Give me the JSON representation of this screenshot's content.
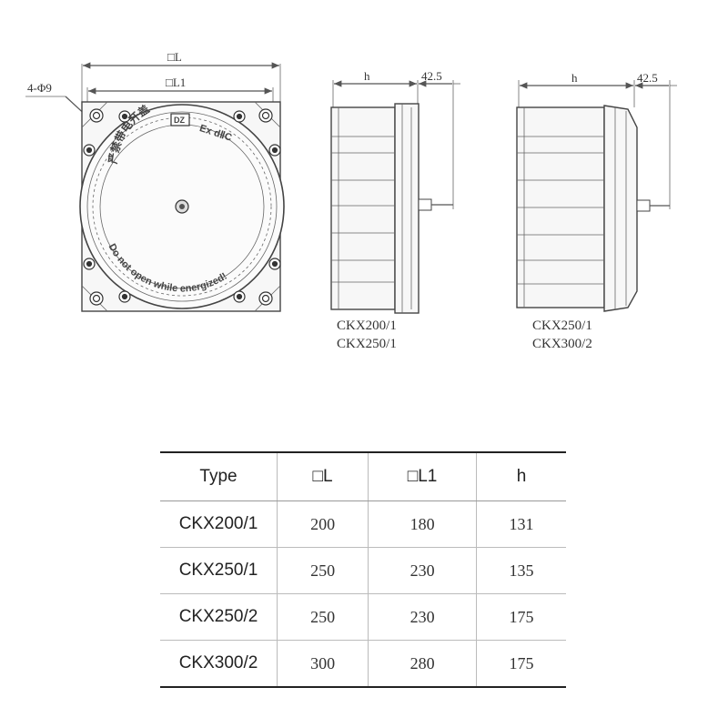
{
  "front_view": {
    "dim_outer": "□L",
    "dim_inner": "□L1",
    "holes": "4-Φ9",
    "face_text_cn": "严禁带电开盖",
    "face_text_ex": "Ex dⅡC",
    "face_text_warning": "Do not open while energized!",
    "logo": "DZ"
  },
  "side_view_1": {
    "dim_h": "h",
    "dim_offset": "42.5",
    "models": [
      "CKX200/1",
      "CKX250/1"
    ]
  },
  "side_view_2": {
    "dim_h": "h",
    "dim_offset": "42.5",
    "models": [
      "CKX250/1",
      "CKX300/2"
    ]
  },
  "table": {
    "headers": [
      "Type",
      "□L",
      "□L1",
      "h"
    ],
    "rows": [
      {
        "type": "CKX200/1",
        "L": "200",
        "L1": "180",
        "h": "131"
      },
      {
        "type": "CKX250/1",
        "L": "250",
        "L1": "230",
        "h": "135"
      },
      {
        "type": "CKX250/2",
        "L": "250",
        "L1": "230",
        "h": "175"
      },
      {
        "type": "CKX300/2",
        "L": "300",
        "L1": "280",
        "h": "175"
      }
    ]
  }
}
